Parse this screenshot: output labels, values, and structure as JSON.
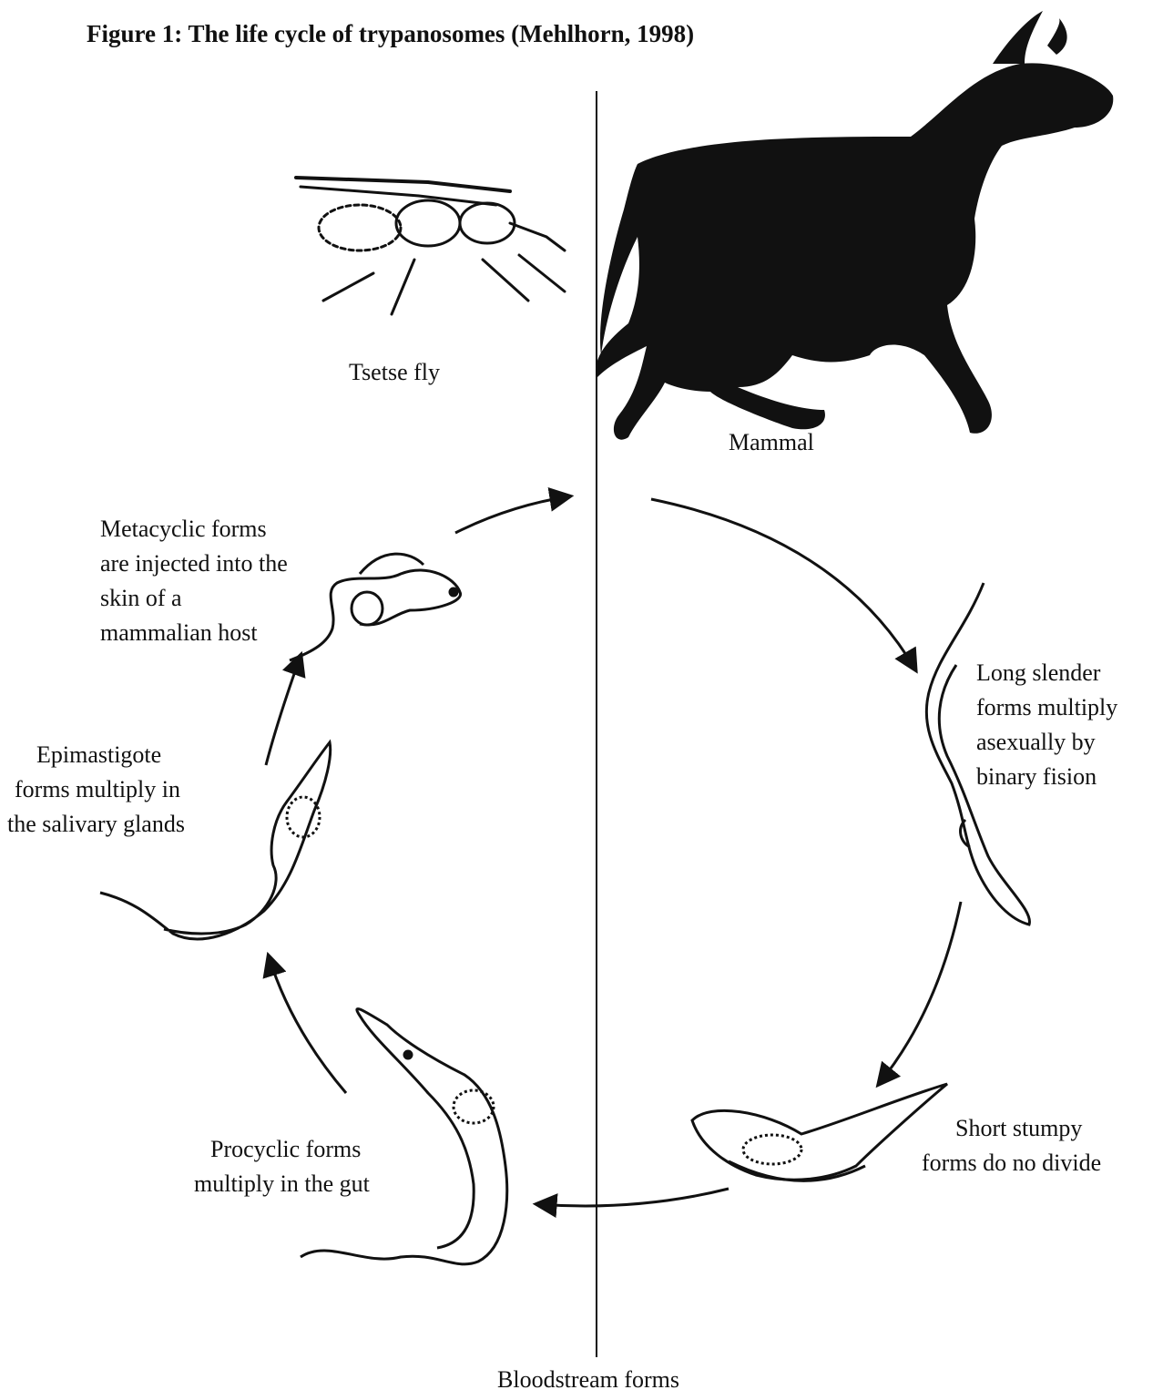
{
  "title": "Figure 1:  The life cycle of trypanosomes  (Mehlhorn, 1998)",
  "hosts": {
    "vector": "Tsetse fly",
    "mammal": "Mammal"
  },
  "stages": {
    "metacyclic": [
      "Metacyclic forms",
      "are injected into the",
      "skin of a",
      "mammalian host"
    ],
    "long_slender": [
      "Long slender",
      "forms multiply",
      "asexually by",
      "binary fision"
    ],
    "short_stumpy": [
      "Short stumpy",
      "forms do no divide"
    ],
    "procyclic": [
      "Procyclic forms",
      "multiply in the gut"
    ],
    "epimastigote": [
      "Epimastigote",
      "forms multiply in",
      "the salivary glands"
    ]
  },
  "bottom_label": "Bloodstream forms"
}
